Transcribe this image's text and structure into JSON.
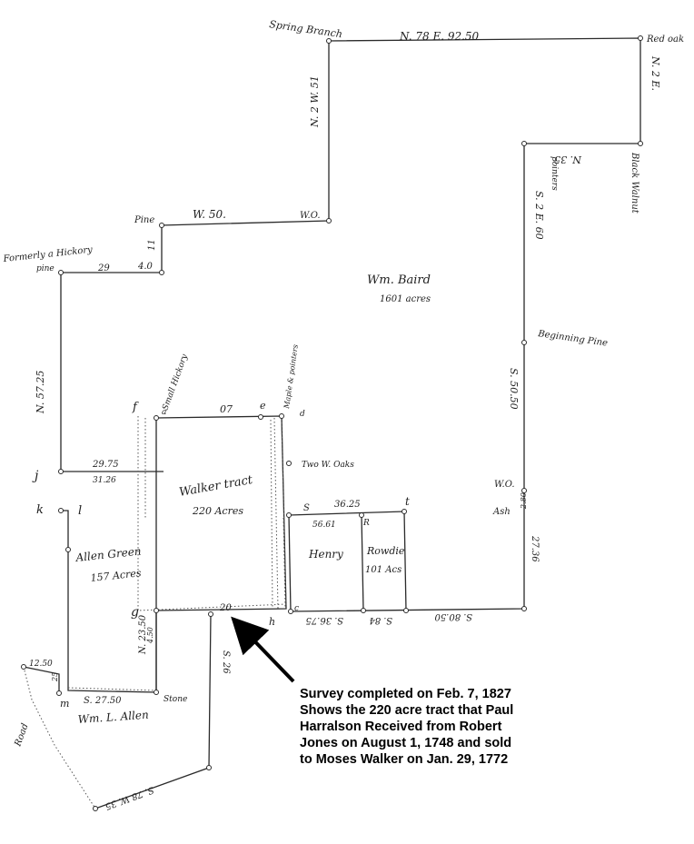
{
  "labels": {
    "spring_branch": "Spring Branch",
    "north_course": "N. 78 E. 92.50",
    "red_oak": "Red oak",
    "n2e": "N. 2 E.",
    "black_walnut": "Black Walnut",
    "n35": "N. 35",
    "n2w51": "N. 2 W. 51",
    "pine_top": "Pine",
    "w50": "W. 50.",
    "wo_top": "W.O.",
    "formerly_hickory": "Formerly a Hickory",
    "pine_left": "pine",
    "c29": "29",
    "c40": "4.0",
    "c11": "11",
    "n57_25": "N. 57.25",
    "wm_baird": "Wm. Baird",
    "baird_acres": "1601 acres",
    "pointers_right": "pointers",
    "s2e60": "S. 2 E. 60",
    "beginning_pine": "Beginning Pine",
    "s50_50": "S. 50.50",
    "wo_right": "W.O.",
    "ash": "Ash",
    "c280": "2.80",
    "c27_36": "27.36",
    "s80_50": "S. 80.50",
    "letter_f": "f",
    "small_hickory": "Small Hickory",
    "letter_a": "a",
    "c07": "07",
    "letter_e": "e",
    "maple_pointers": "Maple & pointers",
    "letter_d": "d",
    "letter_j": "j",
    "c29_75": "29.75",
    "c31_26": "31.26",
    "letter_k": "k",
    "letter_l": "l",
    "walker_tract": "Walker tract",
    "walker_acres": "220 Acres",
    "two_wo": "Two W. Oaks",
    "letter_s": "S",
    "c36_25": "36.25",
    "letter_t": "t",
    "c56_61": "56.61",
    "letter_r": "R",
    "henry": "Henry",
    "rowdie": "Rowdie",
    "rowdie_acres": "101 Acs",
    "allen_green": "Allen Green",
    "allen_acres": "157 Acres",
    "letter_g": "g",
    "c20": "20",
    "letter_h": "h",
    "letter_c": "c",
    "s36_75": "S. 36.75",
    "s84": "S. 84",
    "c12_50": "12.50",
    "c25": "25",
    "letter_m": "m",
    "s27_50": "S. 27.50",
    "stone": "Stone",
    "n23_50": "N. 23.50",
    "wm_allen": "Wm. L. Allen",
    "road": "Road",
    "s26": "S. 26",
    "s78w35": "S. 78 W. 35",
    "c4_50": "4.50"
  },
  "caption": {
    "line1": "Survey completed on Feb. 7, 1827",
    "line2": "Shows the 220 acre tract that Paul",
    "line3": "Harralson Received from Robert",
    "line4": "Jones on August 1, 1748 and sold",
    "line5": "to Moses Walker on Jan. 29, 1772"
  }
}
